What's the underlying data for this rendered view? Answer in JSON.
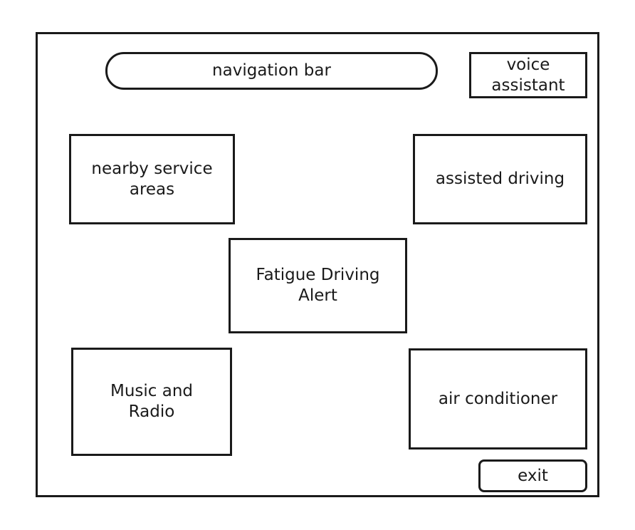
{
  "navigation_bar": {
    "label": "navigation bar"
  },
  "voice_assistant": {
    "label": "voice assistant"
  },
  "nearby_service_areas": {
    "label": "nearby service areas"
  },
  "assisted_driving": {
    "label": "assisted driving"
  },
  "fatigue_driving_alert": {
    "label": "Fatigue Driving Alert"
  },
  "music_and_radio": {
    "label": "Music and Radio"
  },
  "air_conditioner": {
    "label": "air conditioner"
  },
  "exit": {
    "label": "exit"
  }
}
